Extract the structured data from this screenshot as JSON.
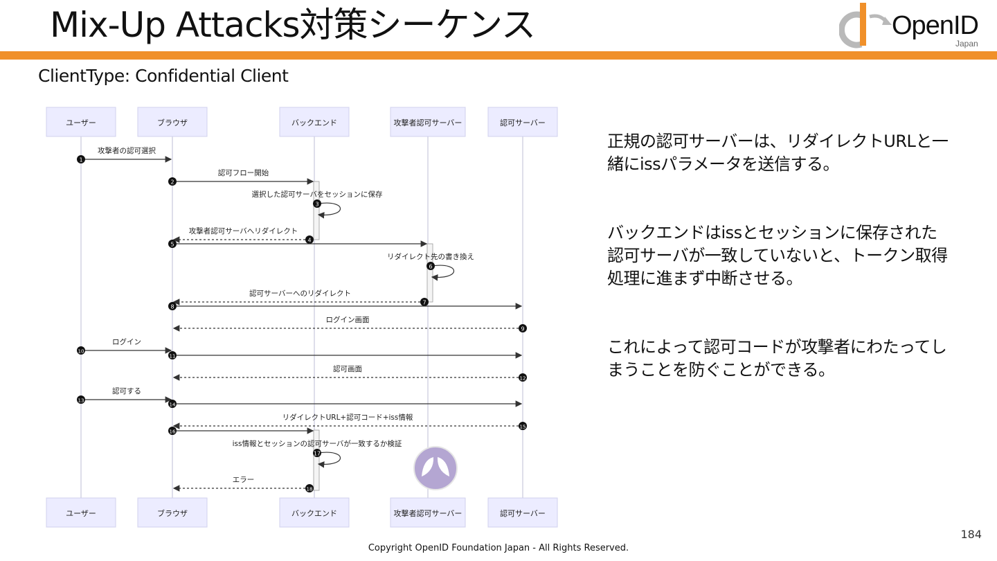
{
  "slide": {
    "title": "Mix-Up Attacks対策シーケンス",
    "subtitle": "ClientType: Confidential Client",
    "page_number": "184",
    "copyright": "Copyright OpenID Foundation Japan - All Rights Reserved."
  },
  "logo": {
    "name": "OpenID",
    "sub": "Japan",
    "icon": "openid-logo-icon"
  },
  "colors": {
    "accent": "#f0902a",
    "participant_fill": "#ececff",
    "participant_stroke": "#d0d0ee",
    "lifeline": "#c8c8dc",
    "activation": "#f4f4f4"
  },
  "participants": [
    "ユーザー",
    "ブラウザ",
    "バックエンド",
    "攻撃者認可サーバー",
    "認可サーバー"
  ],
  "messages": [
    {
      "n": "1",
      "from": 0,
      "to": 1,
      "label": "攻撃者の認可選択",
      "style": "solid"
    },
    {
      "n": "2",
      "from": 1,
      "to": 2,
      "label": "認可フロー開始",
      "style": "solid"
    },
    {
      "n": "3",
      "from": 2,
      "to": 2,
      "label": "選択した認可サーバをセッションに保存",
      "style": "self"
    },
    {
      "n": "4",
      "from": 2,
      "to": 1,
      "label": "攻撃者認可サーバへリダイレクト",
      "style": "dashed"
    },
    {
      "n": "5",
      "from": 1,
      "to": 3,
      "label": "",
      "style": "solid"
    },
    {
      "n": "6",
      "from": 3,
      "to": 3,
      "label": "リダイレクト先の書き換え",
      "style": "self"
    },
    {
      "n": "7",
      "from": 3,
      "to": 1,
      "label": "認可サーバーへのリダイレクト",
      "style": "dashed"
    },
    {
      "n": "8",
      "from": 1,
      "to": 4,
      "label": "",
      "style": "solid"
    },
    {
      "n": "9",
      "from": 4,
      "to": 1,
      "label": "ログイン画面",
      "style": "dashed"
    },
    {
      "n": "10",
      "from": 0,
      "to": 1,
      "label": "ログイン",
      "style": "solid"
    },
    {
      "n": "11",
      "from": 1,
      "to": 4,
      "label": "",
      "style": "solid"
    },
    {
      "n": "12",
      "from": 4,
      "to": 1,
      "label": "認可画面",
      "style": "dashed"
    },
    {
      "n": "13",
      "from": 0,
      "to": 1,
      "label": "認可する",
      "style": "solid"
    },
    {
      "n": "14",
      "from": 1,
      "to": 4,
      "label": "",
      "style": "solid"
    },
    {
      "n": "15",
      "from": 4,
      "to": 1,
      "label": "リダイレクトURL+認可コード+iss情報",
      "style": "dashed"
    },
    {
      "n": "16",
      "from": 1,
      "to": 2,
      "label": "",
      "style": "solid"
    },
    {
      "n": "17",
      "from": 2,
      "to": 2,
      "label": "iss情報とセッションの認可サーバが一致するか検証",
      "style": "self"
    },
    {
      "n": "18",
      "from": 2,
      "to": 1,
      "label": "エラー",
      "style": "dashed"
    }
  ],
  "paragraphs": [
    "正規の認可サーバーは、リダイレクトURLと一緒にissパラメータを送信する。",
    "バックエンドはissとセッションに保存された認可サーバが一致していないと、トークン取得処理に進まず中断させる。",
    "これによって認可コードが攻撃者にわたってしまうことを防ぐことができる。"
  ]
}
